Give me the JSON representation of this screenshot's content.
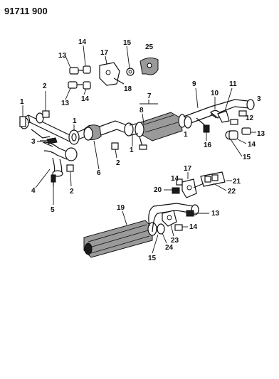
{
  "diagram_number": "91711 900",
  "callouts": {
    "c1a": "1",
    "c2a": "2",
    "c3a": "3",
    "c4": "4",
    "c1b": "1",
    "c2b": "2",
    "c5": "5",
    "c6": "6",
    "c2c": "2",
    "c1c": "1",
    "c8": "8",
    "c7": "7",
    "c1d": "1",
    "c16": "16",
    "c9": "9",
    "c10": "10",
    "c11": "11",
    "c3b": "3",
    "c12": "12",
    "c13a": "13",
    "c14a": "14",
    "c15a": "15",
    "c13b": "13",
    "c14b": "14",
    "c17a": "17",
    "c15b": "15",
    "c25": "25",
    "c13c": "13",
    "c14c": "14",
    "c18": "18",
    "c17b": "17",
    "c14d": "14",
    "c20": "20",
    "c21": "21",
    "c22": "22",
    "c19": "19",
    "c13d": "13",
    "c14e": "14",
    "c23": "23",
    "c24": "24",
    "c15c": "15"
  }
}
